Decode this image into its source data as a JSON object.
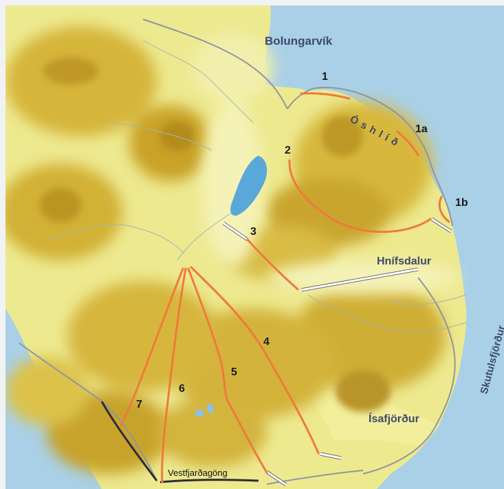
{
  "places": {
    "bolungarvik": "Bolungarvík",
    "hnifsdalur": "Hnífsdalur",
    "isafjordur": "Ísafjörður",
    "skutulsfjordur": "Skutulsfjörður",
    "oshlid": "Óshlíð"
  },
  "tunnel": "Vestfjarðagöng",
  "route_labels": [
    "1",
    "1a",
    "1b",
    "2",
    "3",
    "4",
    "5",
    "6",
    "7"
  ],
  "colors": {
    "water": "#9fcbe6",
    "lake": "#5aa7da",
    "lowland": "#f2ef9a",
    "highland": "#c8a52c",
    "route": "#f07a3c",
    "road": "#8f96a0",
    "main_road": "#2d2d35"
  }
}
